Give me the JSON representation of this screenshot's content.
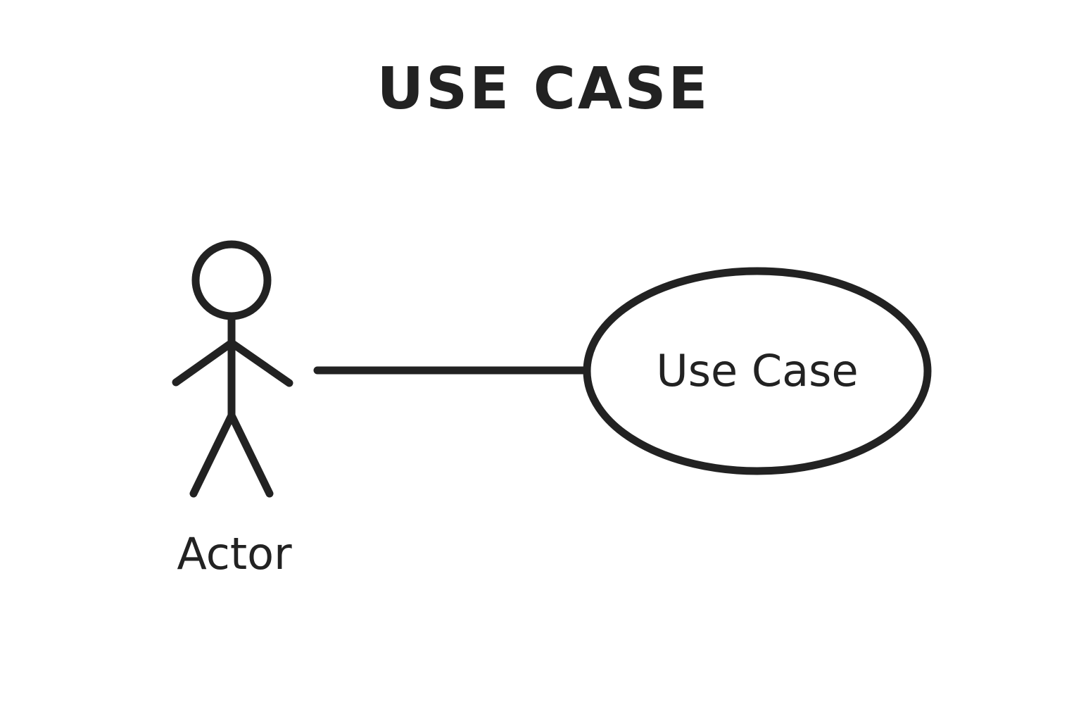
{
  "diagram": {
    "title": "USE CASE",
    "actor": {
      "label": "Actor",
      "icon": "stick-figure-icon"
    },
    "use_case": {
      "label": "Use Case"
    },
    "association": {
      "from": "Actor",
      "to": "Use Case"
    },
    "colors": {
      "stroke": "#222222",
      "background": "#ffffff"
    }
  }
}
